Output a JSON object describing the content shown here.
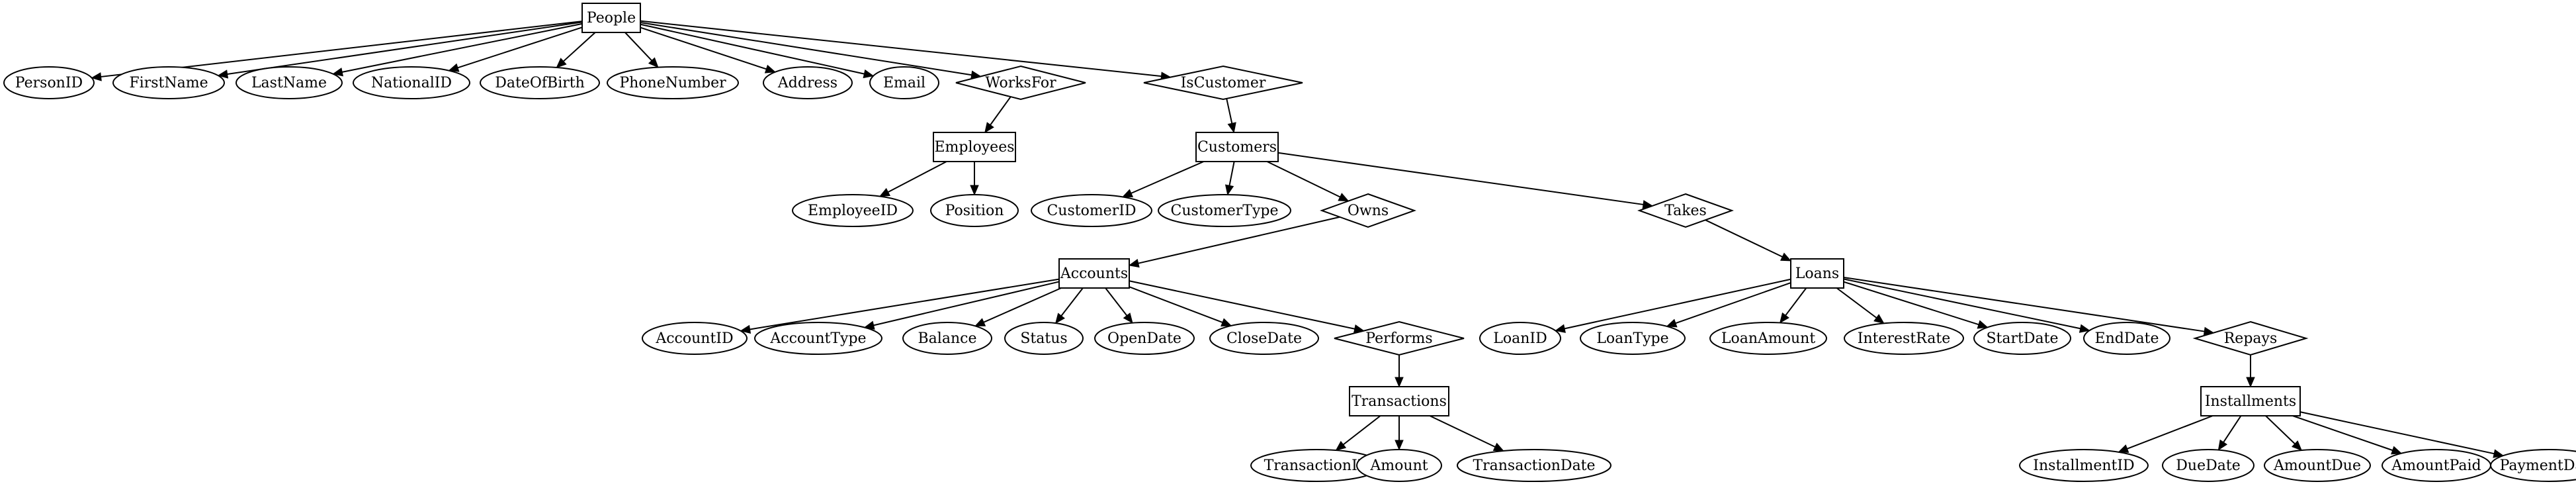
{
  "nodes": [
    {
      "id": "People",
      "kind": "entity",
      "label": "People"
    },
    {
      "id": "PersonID",
      "kind": "attribute",
      "label": "PersonID"
    },
    {
      "id": "FirstName",
      "kind": "attribute",
      "label": "FirstName"
    },
    {
      "id": "LastName",
      "kind": "attribute",
      "label": "LastName"
    },
    {
      "id": "NationalID",
      "kind": "attribute",
      "label": "NationalID"
    },
    {
      "id": "DateOfBirth",
      "kind": "attribute",
      "label": "DateOfBirth"
    },
    {
      "id": "PhoneNumber",
      "kind": "attribute",
      "label": "PhoneNumber"
    },
    {
      "id": "Address",
      "kind": "attribute",
      "label": "Address"
    },
    {
      "id": "Email",
      "kind": "attribute",
      "label": "Email"
    },
    {
      "id": "WorksFor",
      "kind": "relationship",
      "label": "WorksFor"
    },
    {
      "id": "IsCustomer",
      "kind": "relationship",
      "label": "IsCustomer"
    },
    {
      "id": "Employees",
      "kind": "entity",
      "label": "Employees"
    },
    {
      "id": "EmployeeID",
      "kind": "attribute",
      "label": "EmployeeID"
    },
    {
      "id": "Position",
      "kind": "attribute",
      "label": "Position"
    },
    {
      "id": "Customers",
      "kind": "entity",
      "label": "Customers"
    },
    {
      "id": "CustomerID",
      "kind": "attribute",
      "label": "CustomerID"
    },
    {
      "id": "CustomerType",
      "kind": "attribute",
      "label": "CustomerType"
    },
    {
      "id": "Owns",
      "kind": "relationship",
      "label": "Owns"
    },
    {
      "id": "Takes",
      "kind": "relationship",
      "label": "Takes"
    },
    {
      "id": "Accounts",
      "kind": "entity",
      "label": "Accounts"
    },
    {
      "id": "AccountID",
      "kind": "attribute",
      "label": "AccountID"
    },
    {
      "id": "AccountType",
      "kind": "attribute",
      "label": "AccountType"
    },
    {
      "id": "Balance",
      "kind": "attribute",
      "label": "Balance"
    },
    {
      "id": "Status",
      "kind": "attribute",
      "label": "Status"
    },
    {
      "id": "OpenDate",
      "kind": "attribute",
      "label": "OpenDate"
    },
    {
      "id": "CloseDate",
      "kind": "attribute",
      "label": "CloseDate"
    },
    {
      "id": "Performs",
      "kind": "relationship",
      "label": "Performs"
    },
    {
      "id": "Transactions",
      "kind": "entity",
      "label": "Transactions"
    },
    {
      "id": "TransactionID",
      "kind": "attribute",
      "label": "TransactionID"
    },
    {
      "id": "Amount",
      "kind": "attribute",
      "label": "Amount"
    },
    {
      "id": "TransactionDate",
      "kind": "attribute",
      "label": "TransactionDate"
    },
    {
      "id": "Loans",
      "kind": "entity",
      "label": "Loans"
    },
    {
      "id": "LoanID",
      "kind": "attribute",
      "label": "LoanID"
    },
    {
      "id": "LoanType",
      "kind": "attribute",
      "label": "LoanType"
    },
    {
      "id": "LoanAmount",
      "kind": "attribute",
      "label": "LoanAmount"
    },
    {
      "id": "InterestRate",
      "kind": "attribute",
      "label": "InterestRate"
    },
    {
      "id": "StartDate",
      "kind": "attribute",
      "label": "StartDate"
    },
    {
      "id": "EndDate",
      "kind": "attribute",
      "label": "EndDate"
    },
    {
      "id": "Repays",
      "kind": "relationship",
      "label": "Repays"
    },
    {
      "id": "Installments",
      "kind": "entity",
      "label": "Installments"
    },
    {
      "id": "InstallmentID",
      "kind": "attribute",
      "label": "InstallmentID"
    },
    {
      "id": "DueDate",
      "kind": "attribute",
      "label": "DueDate"
    },
    {
      "id": "AmountDue",
      "kind": "attribute",
      "label": "AmountDue"
    },
    {
      "id": "AmountPaid",
      "kind": "attribute",
      "label": "AmountPaid"
    },
    {
      "id": "PaymentDate",
      "kind": "attribute",
      "label": "PaymentDate"
    }
  ],
  "edges": [
    {
      "from": "People",
      "to": "PersonID"
    },
    {
      "from": "People",
      "to": "FirstName"
    },
    {
      "from": "People",
      "to": "LastName"
    },
    {
      "from": "People",
      "to": "NationalID"
    },
    {
      "from": "People",
      "to": "DateOfBirth"
    },
    {
      "from": "People",
      "to": "PhoneNumber"
    },
    {
      "from": "People",
      "to": "Address"
    },
    {
      "from": "People",
      "to": "Email"
    },
    {
      "from": "People",
      "to": "WorksFor"
    },
    {
      "from": "People",
      "to": "IsCustomer"
    },
    {
      "from": "WorksFor",
      "to": "Employees"
    },
    {
      "from": "IsCustomer",
      "to": "Customers"
    },
    {
      "from": "Employees",
      "to": "EmployeeID"
    },
    {
      "from": "Employees",
      "to": "Position"
    },
    {
      "from": "Customers",
      "to": "CustomerID"
    },
    {
      "from": "Customers",
      "to": "CustomerType"
    },
    {
      "from": "Customers",
      "to": "Owns"
    },
    {
      "from": "Customers",
      "to": "Takes"
    },
    {
      "from": "Owns",
      "to": "Accounts"
    },
    {
      "from": "Takes",
      "to": "Loans"
    },
    {
      "from": "Accounts",
      "to": "AccountID"
    },
    {
      "from": "Accounts",
      "to": "AccountType"
    },
    {
      "from": "Accounts",
      "to": "Balance"
    },
    {
      "from": "Accounts",
      "to": "Status"
    },
    {
      "from": "Accounts",
      "to": "OpenDate"
    },
    {
      "from": "Accounts",
      "to": "CloseDate"
    },
    {
      "from": "Accounts",
      "to": "Performs"
    },
    {
      "from": "Performs",
      "to": "Transactions"
    },
    {
      "from": "Transactions",
      "to": "TransactionID"
    },
    {
      "from": "Transactions",
      "to": "Amount"
    },
    {
      "from": "Transactions",
      "to": "TransactionDate"
    },
    {
      "from": "Loans",
      "to": "LoanID"
    },
    {
      "from": "Loans",
      "to": "LoanType"
    },
    {
      "from": "Loans",
      "to": "LoanAmount"
    },
    {
      "from": "Loans",
      "to": "InterestRate"
    },
    {
      "from": "Loans",
      "to": "StartDate"
    },
    {
      "from": "Loans",
      "to": "EndDate"
    },
    {
      "from": "Loans",
      "to": "Repays"
    },
    {
      "from": "Repays",
      "to": "Installments"
    },
    {
      "from": "Installments",
      "to": "InstallmentID"
    },
    {
      "from": "Installments",
      "to": "DueDate"
    },
    {
      "from": "Installments",
      "to": "AmountDue"
    },
    {
      "from": "Installments",
      "to": "AmountPaid"
    },
    {
      "from": "Installments",
      "to": "PaymentDate"
    }
  ]
}
